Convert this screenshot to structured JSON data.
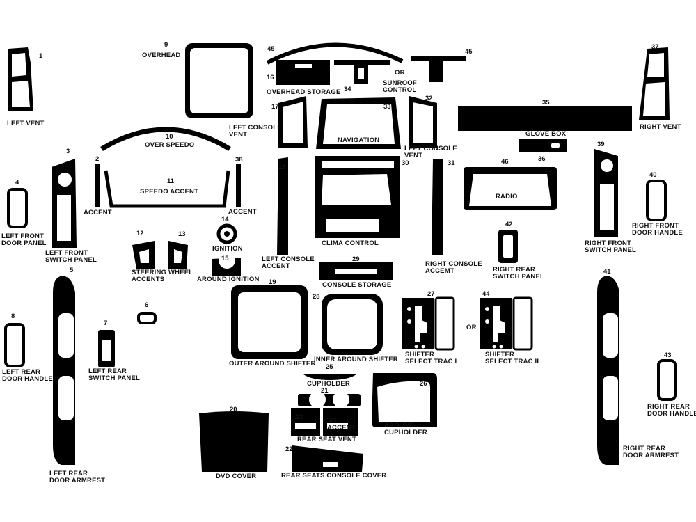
{
  "colors": {
    "part": "#000000",
    "background": "#ffffff"
  },
  "parts": {
    "p1": {
      "num": "1",
      "label": "LEFT VENT"
    },
    "p3": {
      "num": "3",
      "label": "LEFT FRONT\nSWITCH PANEL"
    },
    "p4": {
      "num": "4",
      "label": "LEFT FRONT\nDOOR PANEL"
    },
    "p5": {
      "num": "5",
      "label": "LEFT REAR\nDOOR ARMREST"
    },
    "p6": {
      "num": "6"
    },
    "p7": {
      "num": "7",
      "label": "LEFT REAR\nSWITCH PANEL"
    },
    "p8": {
      "num": "8",
      "label": "LEFT REAR\nDOOR HANDLE"
    },
    "p9": {
      "num": "9",
      "label": "OVERHEAD"
    },
    "p10": {
      "num": "10",
      "label": "OVER SPEEDO"
    },
    "p11": {
      "num": "11",
      "label": "SPEEDO ACCENT"
    },
    "p2": {
      "num": "2",
      "label": "ACCENT"
    },
    "p38": {
      "num": "38",
      "label": "ACCENT"
    },
    "p12": {
      "num": "12"
    },
    "p13": {
      "num": "13"
    },
    "steering": {
      "label": "STEERING WHEEL\nACCENTS"
    },
    "p14": {
      "num": "14",
      "label": "IGNITION"
    },
    "p15": {
      "num": "15",
      "label": "AROUND IGNITION"
    },
    "p16": {
      "num": "16",
      "label": "OVERHEAD STORAGE"
    },
    "p45a": {
      "num": "45"
    },
    "p45b": {
      "num": "45"
    },
    "p34": {
      "num": "34"
    },
    "or1": {
      "label": "OR"
    },
    "sunroof": {
      "label": "SUNROOF\nCONTROL"
    },
    "p17": {
      "num": "17"
    },
    "left_console_vent_a": {
      "label": "LEFT CONSOLE\nVENT"
    },
    "p33": {
      "num": "33",
      "label": "NAVIGATION"
    },
    "p32": {
      "num": "32",
      "label": "LEFT CONSOLE\nVENT"
    },
    "p35": {
      "num": "35",
      "label": "GLOVE BOX"
    },
    "p37": {
      "num": "37",
      "label": "RIGHT VENT"
    },
    "p36": {
      "num": "36"
    },
    "p18": {
      "num": "18",
      "label": "LEFT CONSOLE\nACCENT"
    },
    "p30": {
      "num": "30",
      "label": "CLIMA CONTROL"
    },
    "p31": {
      "num": "31",
      "label": "RIGHT CONSOLE\nACCEMT"
    },
    "p46": {
      "num": "46",
      "label": "RADIO"
    },
    "p39": {
      "num": "39",
      "label": "RIGHT FRONT\nSWITCH PANEL"
    },
    "p40": {
      "num": "40",
      "label": "RIGHT FRONT\nDOOR HANDLE"
    },
    "p42": {
      "num": "42",
      "label": "RIGHT REAR\nSWITCH PANEL"
    },
    "p29": {
      "num": "29",
      "label": "CONSOLE STORAGE"
    },
    "p19": {
      "num": "19",
      "label": "OUTER AROUND SHIFTER"
    },
    "p28": {
      "num": "28",
      "label": "INNER AROUND SHIFTER"
    },
    "p27": {
      "num": "27",
      "label": "SHIFTER\nSELECT TRAC I"
    },
    "or2": {
      "label": "OR"
    },
    "p44": {
      "num": "44",
      "label": "SHIFTER\nSELECT TRAC II"
    },
    "p41": {
      "num": "41",
      "label": "RIGHT REAR\nDOOR ARMREST"
    },
    "p43": {
      "num": "43",
      "label": "RIGHT REAR\nDOOR HANDLE"
    },
    "p25": {
      "num": "25",
      "label": "CUPHOLDER"
    },
    "p21": {
      "num": "21"
    },
    "p26": {
      "num": "26",
      "label": "AROUND\nCUPHOLDER"
    },
    "p23": {
      "num": "23"
    },
    "p24": {
      "num": "24",
      "label": "ACCENT"
    },
    "rear_seat_vent": {
      "label": "REAR SEAT VENT"
    },
    "p20": {
      "num": "20",
      "label": "DVD COVER"
    },
    "p22": {
      "num": "22",
      "label": "REAR SEATS CONSOLE COVER"
    }
  }
}
